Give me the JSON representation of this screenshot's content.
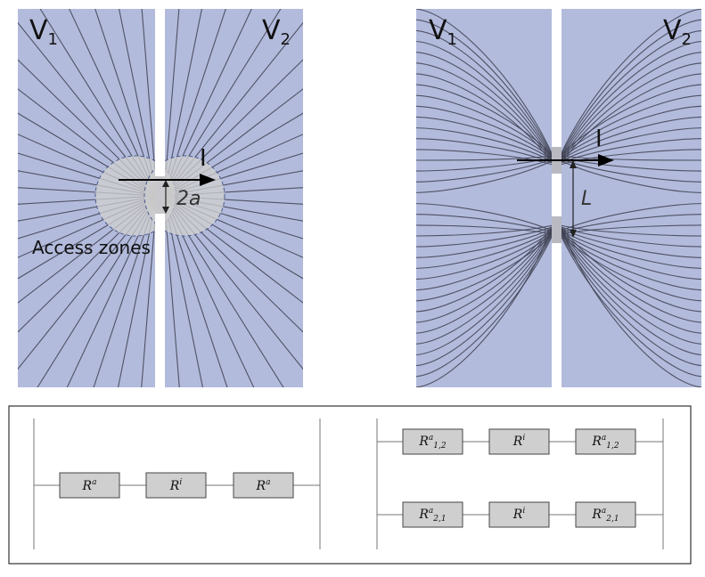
{
  "left_panel": {
    "electrode_left": {
      "label": "V",
      "sub": "1"
    },
    "electrode_right": {
      "label": "V",
      "sub": "2"
    },
    "current_label": "I",
    "dimension_label": "2a",
    "access_zones_label": "Access zones"
  },
  "right_panel": {
    "electrode_left": {
      "label": "V",
      "sub": "1"
    },
    "electrode_right": {
      "label": "V",
      "sub": "2"
    },
    "current_label": "I",
    "distance_label": "L"
  },
  "circuits": {
    "single": [
      {
        "base": "R",
        "sup": "a",
        "sub": ""
      },
      {
        "base": "R",
        "sup": "i",
        "sub": ""
      },
      {
        "base": "R",
        "sup": "a",
        "sub": ""
      }
    ],
    "double_top": [
      {
        "base": "R",
        "sup": "a",
        "sub": "1,2"
      },
      {
        "base": "R",
        "sup": "i",
        "sub": ""
      },
      {
        "base": "R",
        "sup": "a",
        "sub": "1,2"
      }
    ],
    "double_bottom": [
      {
        "base": "R",
        "sup": "a",
        "sub": "2,1"
      },
      {
        "base": "R",
        "sup": "i",
        "sub": ""
      },
      {
        "base": "R",
        "sup": "a",
        "sub": "2,1"
      }
    ]
  },
  "colors": {
    "electrode_fill": "#b3bbdc",
    "field_line": "#3d4050",
    "access_zone": "#d0d0d0"
  }
}
